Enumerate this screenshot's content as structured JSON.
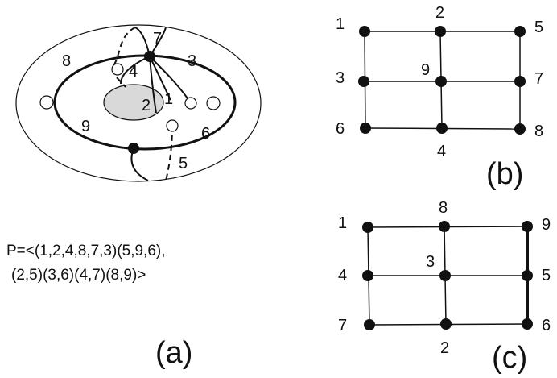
{
  "panel_a": {
    "caption": "(a)",
    "permutation_line1": "P=<(1,2,4,8,7,3)(5,9,6),",
    "permutation_line2": "(2,5)(3,6)(4,7)(8,9)>",
    "labels": [
      "8",
      "7",
      "3",
      "4",
      "2",
      "1",
      "9",
      "6",
      "5"
    ]
  },
  "panel_b": {
    "caption": "(b)",
    "labels": [
      "1",
      "2",
      "5",
      "9",
      "3",
      "7",
      "6",
      "4",
      "8"
    ]
  },
  "panel_c": {
    "caption": "(c)",
    "labels": [
      "8",
      "1",
      "9",
      "3",
      "4",
      "5",
      "7",
      "2",
      "6"
    ]
  }
}
